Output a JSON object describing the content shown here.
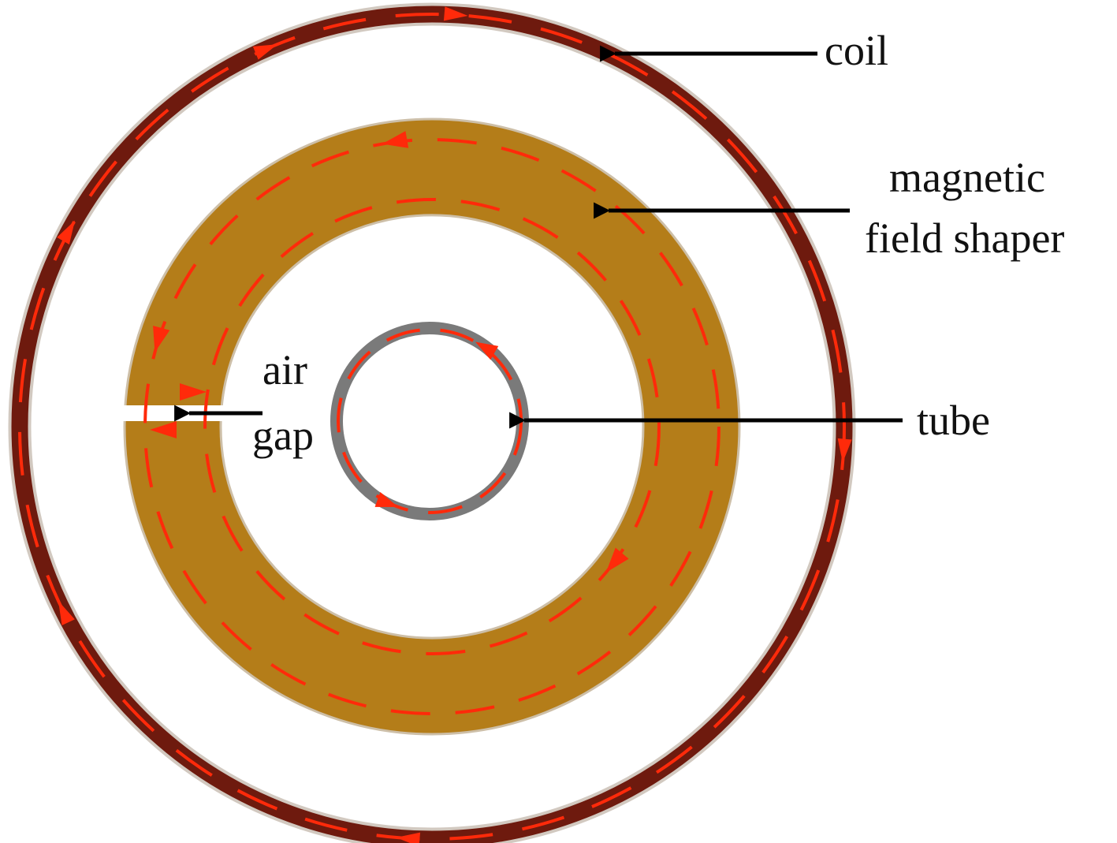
{
  "labels": {
    "coil": "coil",
    "shaper_line1": "magnetic",
    "shaper_line2": "field shaper",
    "air_line1": "air",
    "air_line2": "gap",
    "tube": "tube"
  },
  "colors": {
    "coil": "#6e1a0e",
    "coil_edge": "#d2c9c0",
    "shaper": "#b47d19",
    "shaper_edge": "#cdbfa8",
    "tube": "#7a7a7a",
    "current_arrow": "#ff2a0a",
    "leader_arrow": "#000000",
    "background": "#ffffff"
  }
}
